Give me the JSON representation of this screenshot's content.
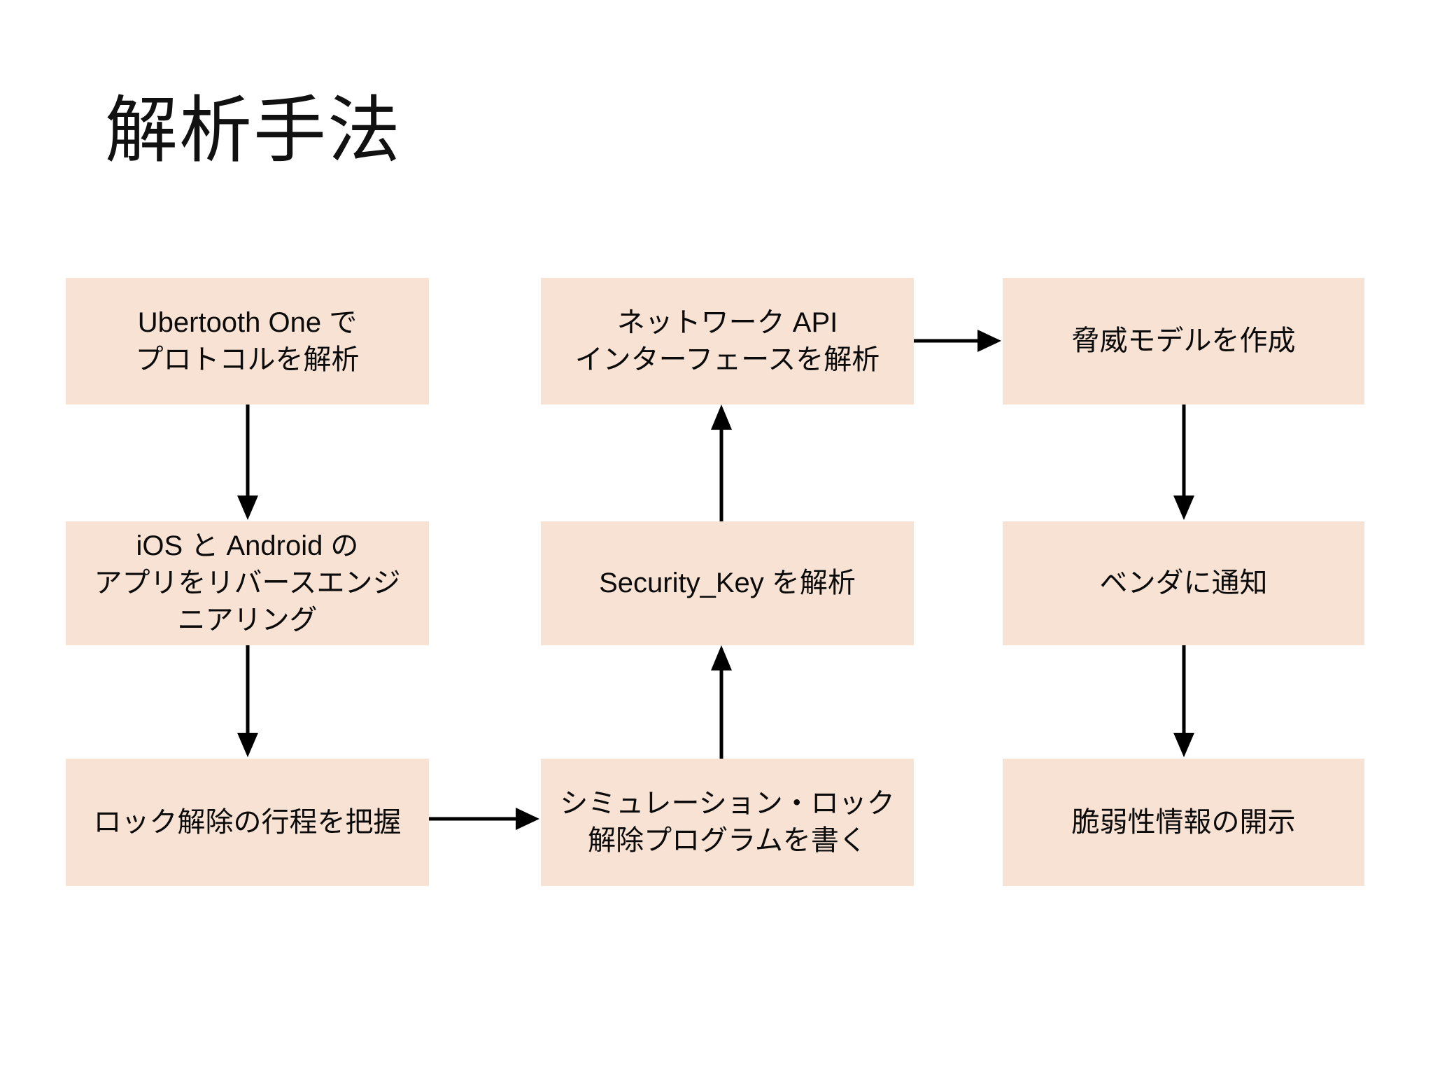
{
  "slide": {
    "title": "解析手法",
    "background_color": "#ffffff",
    "node_fill_color": "#f8e2d4",
    "text_color": "#0b0b0b",
    "arrow_color": "#000000"
  },
  "nodes": [
    {
      "id": "n1",
      "column": 1,
      "row": 1,
      "text": "Ubertooth One で\nプロトコルを解析"
    },
    {
      "id": "n2",
      "column": 1,
      "row": 2,
      "text": "iOS と Android の\nアプリをリバースエンジ\nニアリング"
    },
    {
      "id": "n3",
      "column": 1,
      "row": 3,
      "text": "ロック解除の行程を把握"
    },
    {
      "id": "n4",
      "column": 2,
      "row": 1,
      "text": "ネットワーク API\nインターフェースを解析"
    },
    {
      "id": "n5",
      "column": 2,
      "row": 2,
      "text": "Security_Key を解析"
    },
    {
      "id": "n6",
      "column": 2,
      "row": 3,
      "text": "シミュレーション・ロック\n解除プログラムを書く"
    },
    {
      "id": "n7",
      "column": 3,
      "row": 1,
      "text": "脅威モデルを作成"
    },
    {
      "id": "n8",
      "column": 3,
      "row": 2,
      "text": "ベンダに通知"
    },
    {
      "id": "n9",
      "column": 3,
      "row": 3,
      "text": "脆弱性情報の開示"
    }
  ],
  "edges": [
    {
      "from": "n1",
      "to": "n2",
      "direction": "down"
    },
    {
      "from": "n2",
      "to": "n3",
      "direction": "down"
    },
    {
      "from": "n3",
      "to": "n6",
      "direction": "right"
    },
    {
      "from": "n6",
      "to": "n5",
      "direction": "up"
    },
    {
      "from": "n5",
      "to": "n4",
      "direction": "up"
    },
    {
      "from": "n4",
      "to": "n7",
      "direction": "right"
    },
    {
      "from": "n7",
      "to": "n8",
      "direction": "down"
    },
    {
      "from": "n8",
      "to": "n9",
      "direction": "down"
    }
  ]
}
